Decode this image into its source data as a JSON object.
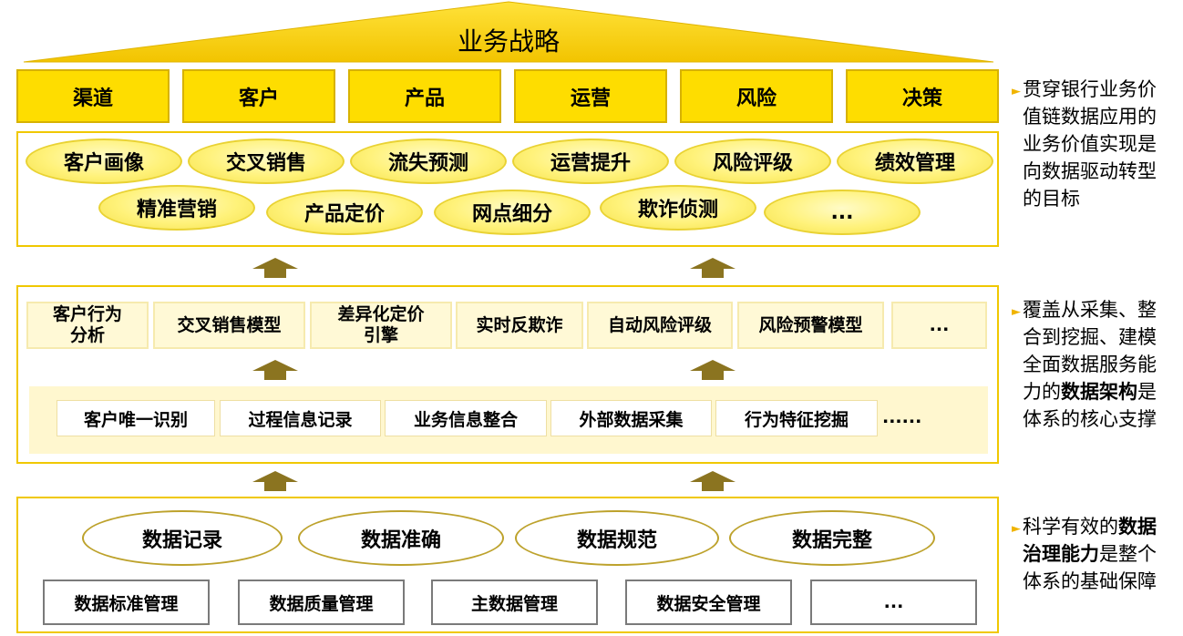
{
  "strategy": {
    "title": "业务战略"
  },
  "categories": [
    "渠道",
    "客户",
    "产品",
    "运营",
    "风险",
    "决策"
  ],
  "applications": {
    "row1": [
      "客户画像",
      "交叉销售",
      "流失预测",
      "运营提升",
      "风险评级",
      "绩效管理"
    ],
    "row2": [
      "精准营销",
      "产品定价",
      "网点细分",
      "欺诈侦测",
      "..."
    ]
  },
  "models": [
    "客户行为\n分析",
    "交叉销售模型",
    "差异化定价\n引擎",
    "实时反欺诈",
    "自动风险评级",
    "风险预警模型",
    "..."
  ],
  "integration": [
    "客户唯一识别",
    "过程信息记录",
    "业务信息整合",
    "外部数据采集",
    "行为特征挖掘",
    "......"
  ],
  "governance": {
    "qualities": [
      "数据记录",
      "数据准确",
      "数据规范",
      "数据完整"
    ],
    "management": [
      "数据标准管理",
      "数据质量管理",
      "主数据管理",
      "数据安全管理",
      "..."
    ]
  },
  "notes": {
    "top": "贯穿银行业务价值链数据应用的业务价值实现是向数据驱动转型的目标",
    "middle": {
      "pre": "覆盖从采集、整合到挖掘、建模全面数据服务能力的",
      "bold": "数据架构",
      "post": "是体系的核心支撑"
    },
    "bottom": {
      "pre": "科学有效的",
      "bold": "数据治理能力",
      "post": "是整个体系的基础保障"
    }
  },
  "colors": {
    "accent": "#fedd00",
    "oval_fill": "#fff27a",
    "panel_border": "#f0c800",
    "arrow": "#8b7420"
  }
}
